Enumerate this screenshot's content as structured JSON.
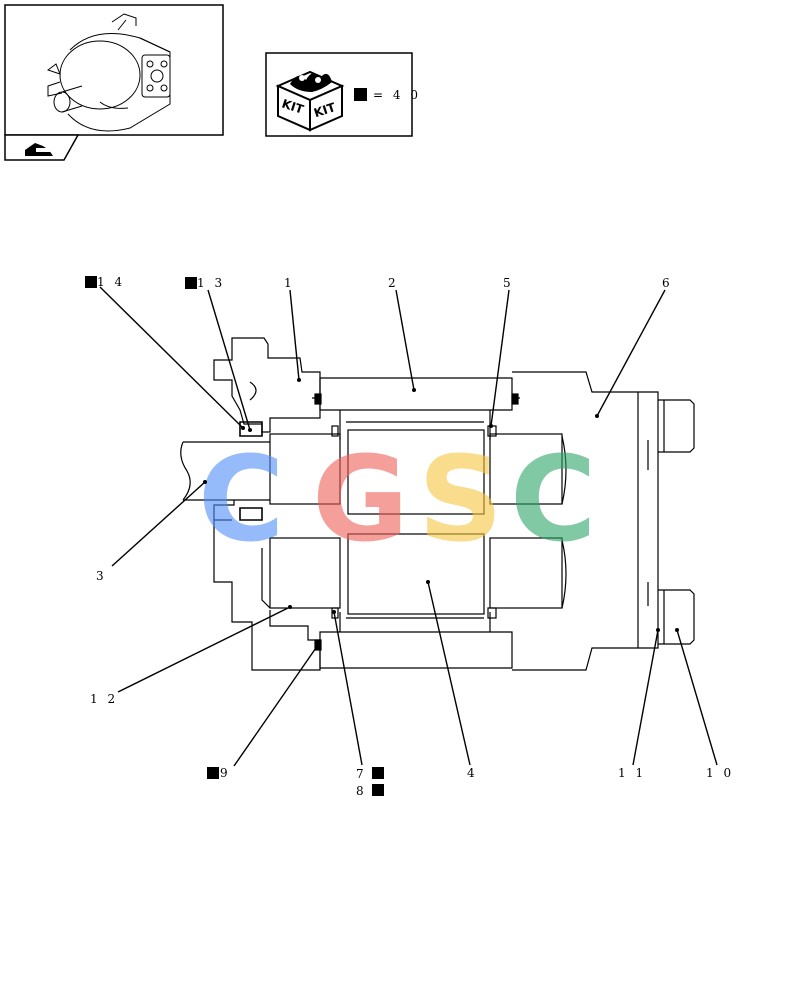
{
  "kit": {
    "box_text_left": "KIT",
    "box_text_right": "KIT",
    "equals_value": "= 4 0"
  },
  "watermark": {
    "letters": [
      {
        "char": "C",
        "color": "#4f8ff7"
      },
      {
        "char": "G",
        "color": "#f0605a"
      },
      {
        "char": "S",
        "color": "#f6c843"
      },
      {
        "char": "C",
        "color": "#2fa56a"
      }
    ]
  },
  "callouts": [
    {
      "id": "14",
      "text": "1 4",
      "kit": true
    },
    {
      "id": "13",
      "text": "1 3",
      "kit": true
    },
    {
      "id": "1",
      "text": "1",
      "kit": false
    },
    {
      "id": "2",
      "text": "2",
      "kit": false
    },
    {
      "id": "5",
      "text": "5",
      "kit": false
    },
    {
      "id": "6",
      "text": "6",
      "kit": false
    },
    {
      "id": "3",
      "text": "3",
      "kit": false
    },
    {
      "id": "12",
      "text": "1 2",
      "kit": false
    },
    {
      "id": "9",
      "text": "9",
      "kit": true
    },
    {
      "id": "7",
      "text": "7",
      "kit": true
    },
    {
      "id": "8",
      "text": "8",
      "kit": true
    },
    {
      "id": "4",
      "text": "4",
      "kit": false
    },
    {
      "id": "11",
      "text": "1 1",
      "kit": false
    },
    {
      "id": "10",
      "text": "1 0",
      "kit": false
    }
  ]
}
